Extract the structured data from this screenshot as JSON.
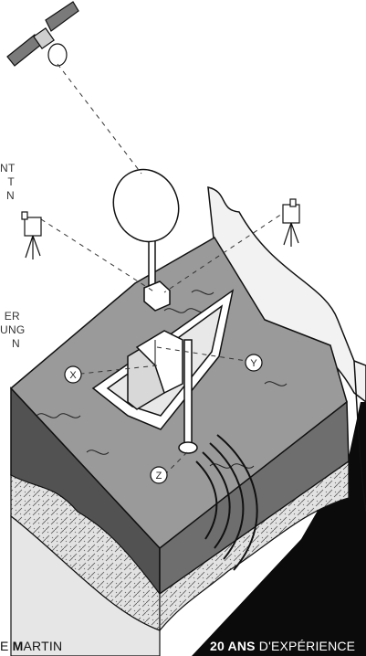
{
  "edge_text_1": [
    "NT",
    "T",
    "N"
  ],
  "edge_text_2": [
    "ER",
    "UNG",
    "N"
  ],
  "axis_labels": {
    "x": "X",
    "y": "Y",
    "z": "Z"
  },
  "footer_left": {
    "prefix": "E ",
    "bold": "M",
    "rest": "ARTIN"
  },
  "footer_right": {
    "bold": "20 ANS",
    "rest": " D'EXPÉRIENCE"
  },
  "colors": {
    "water": "#8d8d8d",
    "seabed": "#3f3f3f",
    "sediment": "#d9d9d9",
    "dark_panel": "#0a0a0a"
  }
}
